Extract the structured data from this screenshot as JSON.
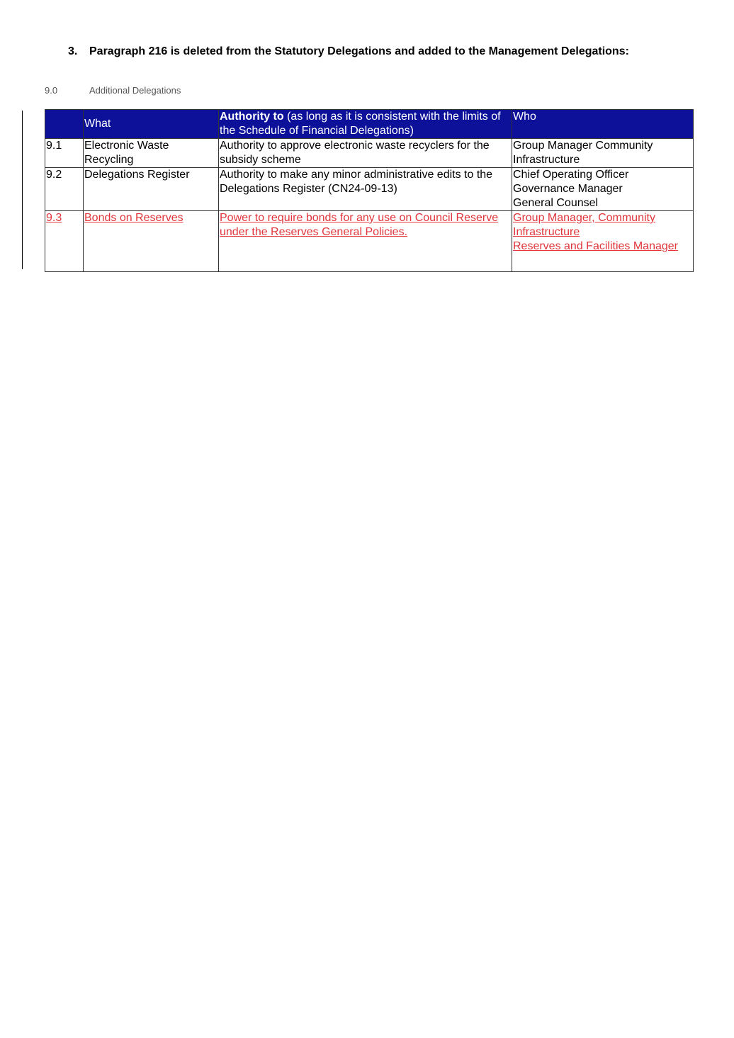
{
  "heading": {
    "number": "3.",
    "text": "Paragraph 216 is deleted from the Statutory Delegations and added to the Management Delegations:"
  },
  "section": {
    "number": "9.0",
    "title": "Additional Delegations"
  },
  "table": {
    "headers": {
      "num": "",
      "what": "What",
      "authority_bold": "Authority to",
      "authority_rest": " (as long as it is consistent with the limits of the Schedule of Financial Delegations)",
      "who": "Who"
    },
    "rows": [
      {
        "num": "9.1",
        "what": "Electronic Waste Recycling",
        "authority": "Authority to approve electronic waste recyclers for the subsidy scheme",
        "who": [
          "Group Manager Community Infrastructure"
        ]
      },
      {
        "num": "9.2",
        "what": "Delegations Register",
        "authority": "Authority to make any minor administrative edits to the Delegations Register (CN24-09-13)",
        "who": [
          "Chief Operating Officer",
          "Governance Manager",
          "General Counsel"
        ]
      },
      {
        "num": "9.3",
        "what": "Bonds on Reserves",
        "authority": "Power to require bonds for any use on Council Reserve under the Reserves General Policies.",
        "who": [
          "Group Manager, Community Infrastructure",
          "Reserves and Facilities Manager"
        ]
      }
    ]
  },
  "colors": {
    "header_bg": "#0d119a",
    "header_text": "#ffffff",
    "inserted_text": "#e0363c"
  }
}
